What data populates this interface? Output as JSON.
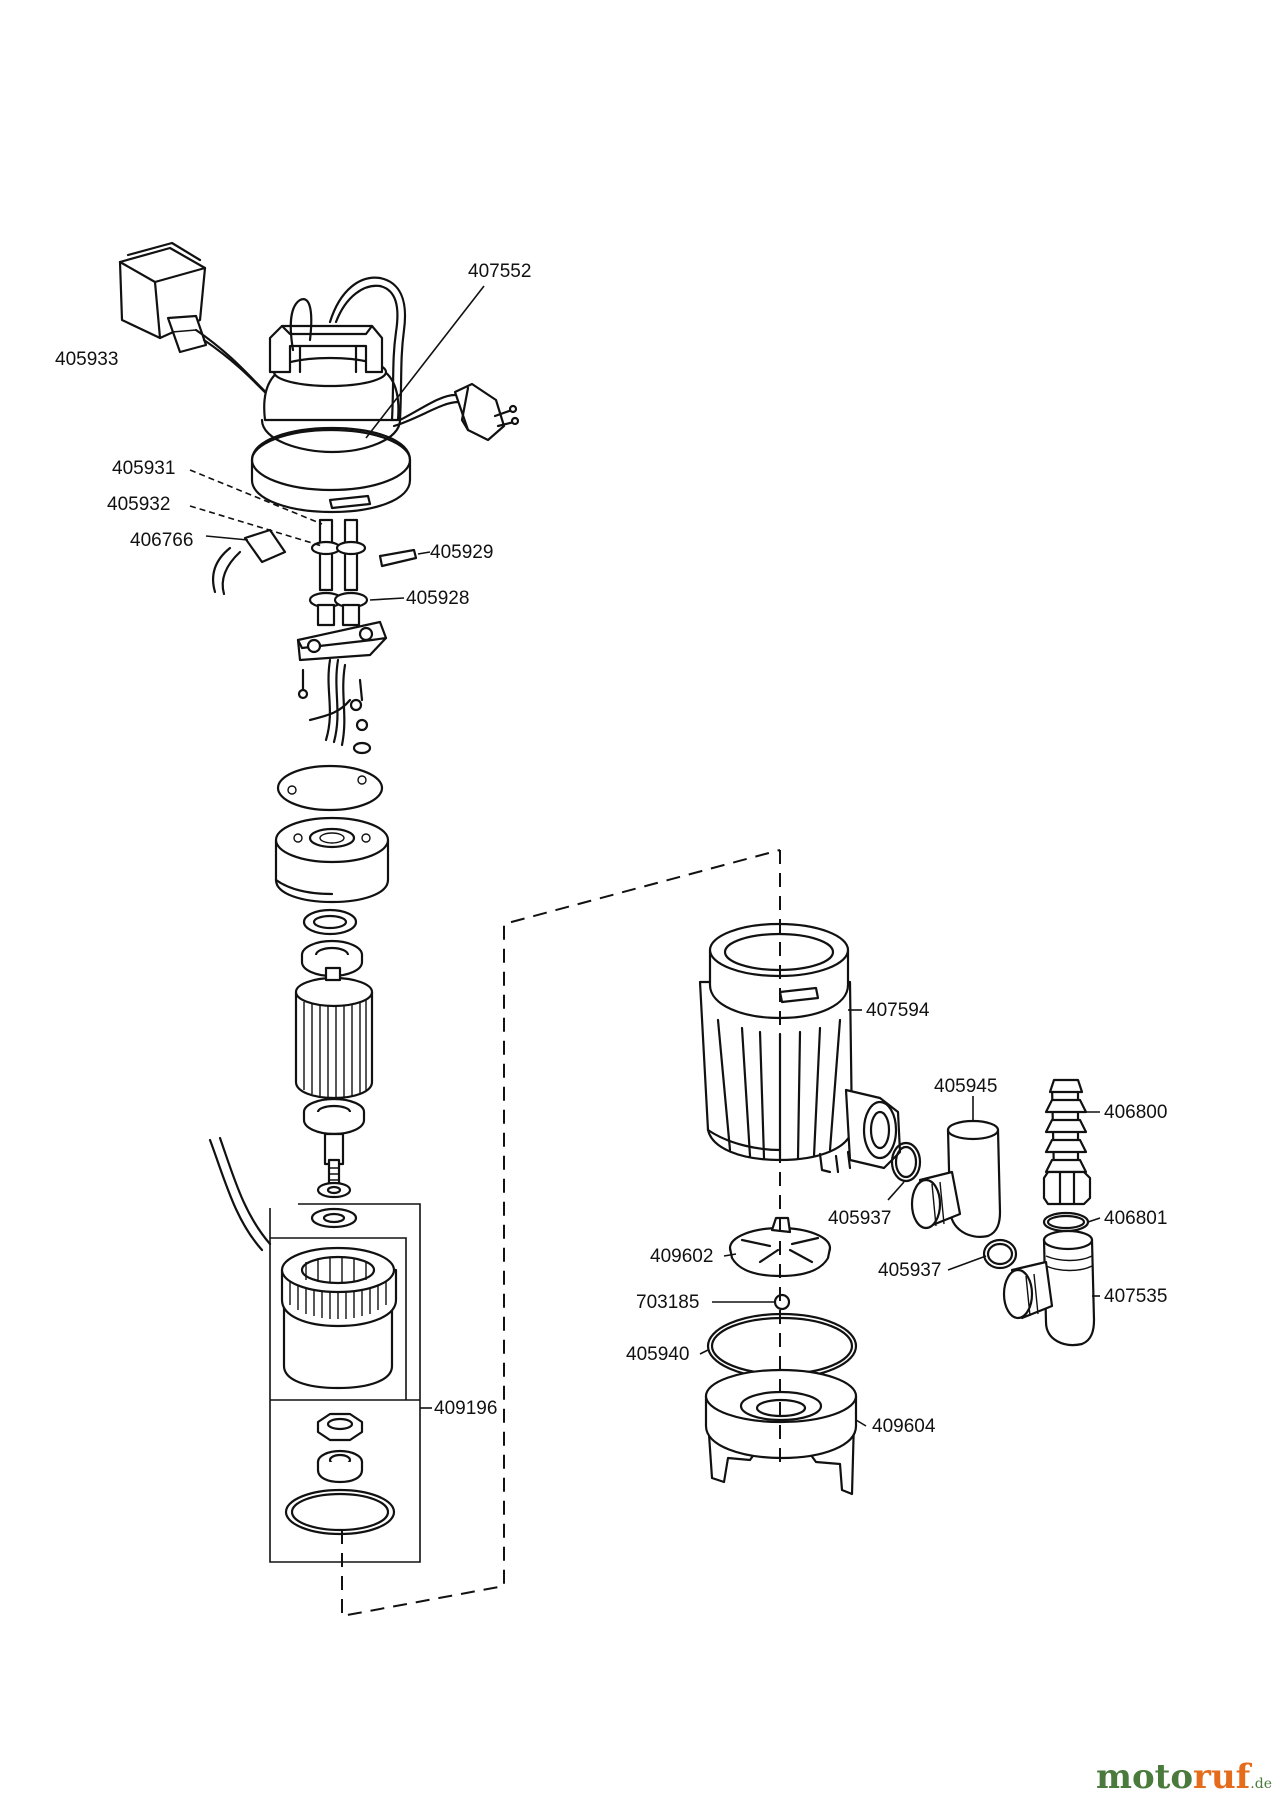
{
  "parts": [
    {
      "id": "p405933",
      "number": "405933"
    },
    {
      "id": "p407552",
      "number": "407552"
    },
    {
      "id": "p405931",
      "number": "405931"
    },
    {
      "id": "p405932",
      "number": "405932"
    },
    {
      "id": "p406766",
      "number": "406766"
    },
    {
      "id": "p405929",
      "number": "405929"
    },
    {
      "id": "p405928",
      "number": "405928"
    },
    {
      "id": "p407594",
      "number": "407594"
    },
    {
      "id": "p405945",
      "number": "405945"
    },
    {
      "id": "p406800",
      "number": "406800"
    },
    {
      "id": "p405937a",
      "number": "405937"
    },
    {
      "id": "p406801",
      "number": "406801"
    },
    {
      "id": "p409602",
      "number": "409602"
    },
    {
      "id": "p405937b",
      "number": "405937"
    },
    {
      "id": "p407535",
      "number": "407535"
    },
    {
      "id": "p703185",
      "number": "703185"
    },
    {
      "id": "p405940",
      "number": "405940"
    },
    {
      "id": "p409604",
      "number": "409604"
    },
    {
      "id": "p409196",
      "number": "409196"
    }
  ],
  "watermark": {
    "brand_a": "moto",
    "brand_b": "ruf",
    "tld": ".de"
  }
}
